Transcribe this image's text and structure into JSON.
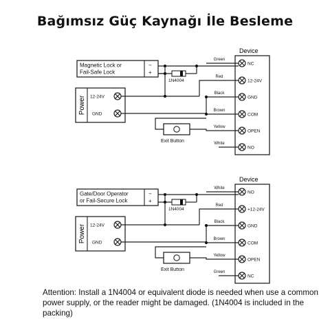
{
  "title": "Bağımsız Güç Kaynağı İle Besleme",
  "diagram1": {
    "device_label": "Device",
    "lock_line1": "Magnetic Lock or",
    "lock_line2": "Fail-Safe Lock",
    "minus": "−",
    "plus": "+",
    "diode_label": "1N4004",
    "power_label": "Power",
    "power_v": "12-24V",
    "power_gnd": "GND",
    "exit_label": "Exit Button",
    "wires": [
      "Green",
      "Red",
      "Black",
      "Brown",
      "Yellow",
      "White"
    ],
    "terminals": [
      "NC",
      "12-24V",
      "GND",
      "COM",
      "OPEN",
      "NO"
    ]
  },
  "diagram2": {
    "device_label": "Device",
    "lock_line1": "Gate/Door Operator",
    "lock_line2": "or Fail-Secure Lock",
    "minus": "−",
    "plus": "+",
    "diode_label": "1N4004",
    "power_label": "Power",
    "power_v": "12-24V",
    "power_gnd": "GND",
    "exit_label": "Exit Button",
    "wires": [
      "White",
      "Red",
      "Black",
      "Brown",
      "Yellow",
      "Green"
    ],
    "terminals": [
      "NO",
      "+12-24V",
      "GND",
      "COM",
      "OPEN",
      "NC"
    ]
  },
  "note": "Attention: Install a 1N4004 or equivalent diode is needed when use a common power supply, or the reader might be damaged. (1N4004 is included in the packing)"
}
